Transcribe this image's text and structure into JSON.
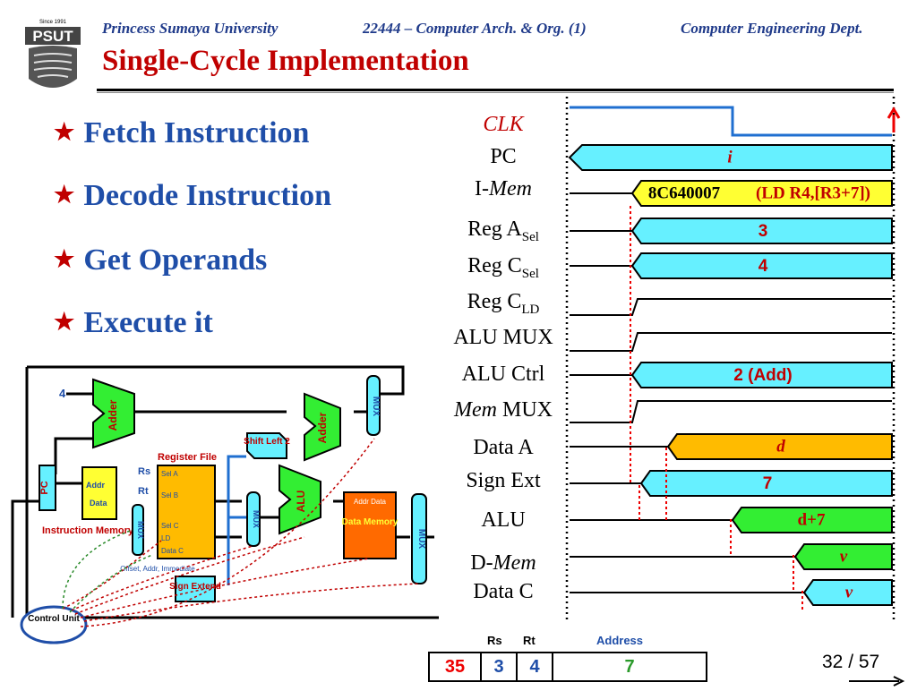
{
  "header": {
    "university": "Princess Sumaya University",
    "course": "22444 – Computer Arch. & Org. (1)",
    "department": "Computer Engineering Dept.",
    "logo_text": "PSUT",
    "logo_since": "Since 1991"
  },
  "title": "Single-Cycle Implementation",
  "bullets": [
    "Fetch Instruction",
    "Decode Instruction",
    "Get Operands",
    "Execute it"
  ],
  "timing": {
    "signals": [
      {
        "name": "CLK",
        "value": ""
      },
      {
        "name": "PC",
        "value": "i"
      },
      {
        "name": "I-Mem",
        "value": "8C640007"
      },
      {
        "name": "Reg ASel",
        "value": "3"
      },
      {
        "name": "Reg CSel",
        "value": "4"
      },
      {
        "name": "Reg CLD",
        "value": ""
      },
      {
        "name": "ALU MUX",
        "value": ""
      },
      {
        "name": "ALU Ctrl",
        "value": "2 (Add)"
      },
      {
        "name": "Mem MUX",
        "value": ""
      },
      {
        "name": "Data A",
        "value": "d"
      },
      {
        "name": "Sign Ext",
        "value": "7"
      },
      {
        "name": "ALU",
        "value": "d+7"
      },
      {
        "name": "D-Mem",
        "value": "v"
      },
      {
        "name": "Data C",
        "value": "v"
      }
    ],
    "imem_instruction": "(LD  R4,[R3+7])"
  },
  "datapath": {
    "adder_label": "Adder",
    "constant_4": "4",
    "pc_label": "PC",
    "imem_addr": "Addr",
    "imem_data": "Data",
    "imem_caption": "Instruction Memory",
    "rs": "Rs",
    "rt": "Rt",
    "register_file": "Register File",
    "shift_left": "Shift Left 2",
    "alu": "ALU",
    "mux": "MUX",
    "data_memory": "Data Memory",
    "sign_extend": "Sign Extend",
    "offset_caption": "Offset, Addr, Immediate",
    "control_unit": "Control Unit"
  },
  "instruction_format": {
    "headers": [
      "Rs",
      "Rt",
      "Address"
    ],
    "fields": [
      "35",
      "3",
      "4",
      "7"
    ]
  },
  "page": "32 / 57",
  "colors": {
    "cyan": "#66f0ff",
    "yellow": "#ffff33",
    "orange": "#ffbb00",
    "green": "#33ee33",
    "red": "#c00000",
    "blue": "#1f4ea8"
  }
}
